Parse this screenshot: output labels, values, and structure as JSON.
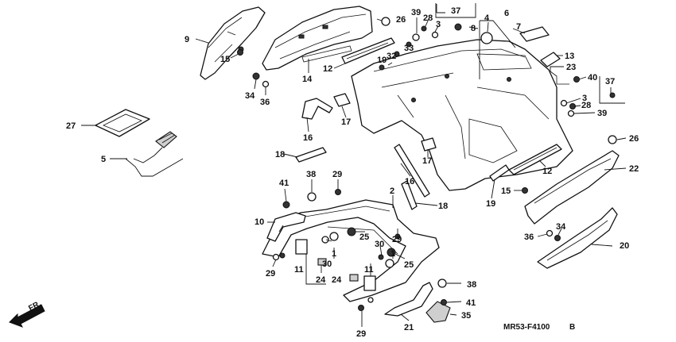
{
  "diagram": {
    "reference_code": "MR53-F4100",
    "revision": "B",
    "front_indicator": "FR.",
    "callouts": {
      "c9": "9",
      "c15a": "15",
      "c39a": "39",
      "c28a": "28",
      "c3a": "3",
      "c37a": "37",
      "c26a": "26",
      "c33": "33",
      "c32": "32",
      "c19a": "19",
      "c12a": "12",
      "c14": "14",
      "c34a": "34",
      "c36a": "36",
      "c4": "4",
      "c8": "8",
      "c6": "6",
      "c7": "7",
      "c13": "13",
      "c23": "23",
      "c40": "40",
      "c37b": "37",
      "c3b": "3",
      "c28b": "28",
      "c39b": "39",
      "c26b": "26",
      "c22": "22",
      "c12b": "12",
      "c27": "27",
      "c5": "5",
      "c16a": "16",
      "c17a": "17",
      "c18a": "18",
      "c16b": "16",
      "c17b": "17",
      "c18b": "18",
      "c19b": "19",
      "c15b": "15",
      "c36b": "36",
      "c34b": "34",
      "c20": "20",
      "c2": "2",
      "c41a": "41",
      "c38a": "38",
      "c29a": "29",
      "c10": "10",
      "c29b": "29",
      "c25a": "25",
      "c1a": "1",
      "c30a": "30",
      "c29c": "29",
      "c11a": "11",
      "c24a": "24",
      "c30b": "30",
      "c1b": "1",
      "c25b": "25",
      "c11b": "11",
      "c24b": "24",
      "c38b": "38",
      "c41b": "41",
      "c35": "35",
      "c21": "21",
      "c29d": "29"
    }
  }
}
